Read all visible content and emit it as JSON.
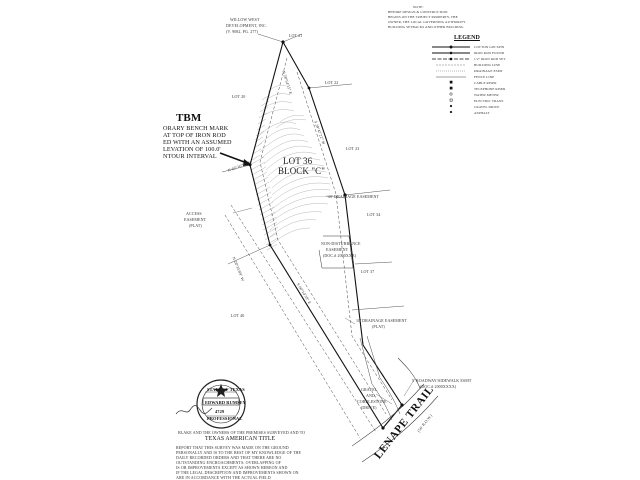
{
  "top_notes": {
    "label": "NOTE:",
    "lines": [
      "BEFORE DESIGN & CONSTRUCTION",
      "BEGINS ON THE SUBJECT PROPERTY, THE",
      "OWNER, THE LOCAL GOVERNING AUTHORITY",
      "BUILDING SETBACKS AND OTHER BUILDING"
    ]
  },
  "adjoiner_top": {
    "lines": [
      "WILLOW WEST",
      "DEVELOPMENT, INC.",
      "(V. 9082, PG. 277)"
    ]
  },
  "tbm": {
    "title": "TBM",
    "lines": [
      "ORARY BENCH MARK",
      "AT TOP OF IRON ROD",
      "ED WITH AN ASSUMED",
      "LEVATION OF 100.0'",
      "NTOUR INTERVAL"
    ]
  },
  "lot_block": {
    "line1": "LOT 36",
    "line2": "BLOCK \"C\""
  },
  "lots": [
    "LOT 21",
    "LOT 22",
    "LOT 20",
    "LOT 23",
    "LOT 34",
    "LOT 37",
    "LOT 40"
  ],
  "easements": {
    "drainage_1": "10' DRAINAGE EASEMENT",
    "drainage_2": "10' DRAINAGE EASEMENT",
    "plat": "(PLAT)",
    "access": [
      "ACCESS",
      "EASEMENT",
      "(PLAT)"
    ],
    "nondisturbance": [
      "NON-DISTURBANCE",
      "EASEMENT",
      "(DOC.# 2000XXX)"
    ],
    "sidewalk": [
      "5' ROADWAY/SIDEWALK ESMT",
      "(DOC.# 2000XXXX)"
    ],
    "gravel": [
      "GRAVEL",
      "AND",
      "COBBLESTONE",
      "(DRIVE)"
    ]
  },
  "road": {
    "name": "LENAPE TRAIL",
    "row": "(50' R.O.W.)"
  },
  "legend": {
    "title": "LEGEND",
    "items": [
      "COTTON GIN SPIN",
      "IRON ROD FOUND",
      "1/2\" IRON ROD SET",
      "BUILDING LINE",
      "DRAINAGE ESMT",
      "FENCE LINE",
      "CABLE RISER",
      "TELEPHONE RISER",
      "WATER METER",
      "ELECTRIC TRANS",
      "CRAVEL DRIVE",
      "ASPHALT"
    ]
  },
  "seal": {
    "top": "STATE OF TEXAS",
    "name": "EDWARD RUMSEY",
    "number": "4729",
    "bottom": "PROFESSIONAL"
  },
  "certification": {
    "line1": "BLAKE AND THE OWNERS OF THE PREMISES SURVEYED AND TO",
    "company": "TEXAS AMERICAN TITLE",
    "lines": [
      "REPORT THAT THIS SURVEY WAS MADE ON THE GROUND",
      "PERSONALLY AND IS TO THE BEST OF MY KNOWLEDGE OF THE",
      "DAILY RECORDED ORDERS AND THAT THERE ARE NO",
      "OUTSTANDING ENCROACHMENTS, OVERLAPPING OF",
      "IS OR IMPROVEMENTS EXCEPT AS SHOWN HEREON AND",
      "IF THE LEGAL DESCRIPTION AND IMPROVEMENTS SHOWN ON",
      "ARE IN ACCORDANCE WITH THE ACTUAL FIELD"
    ]
  },
  "bearings": [
    "N 28°54'15\" E",
    "S 28°47'22\" W",
    "S 60°14'39\" E",
    "N 62°16'11\" W",
    "N 28°35'09\" W"
  ]
}
